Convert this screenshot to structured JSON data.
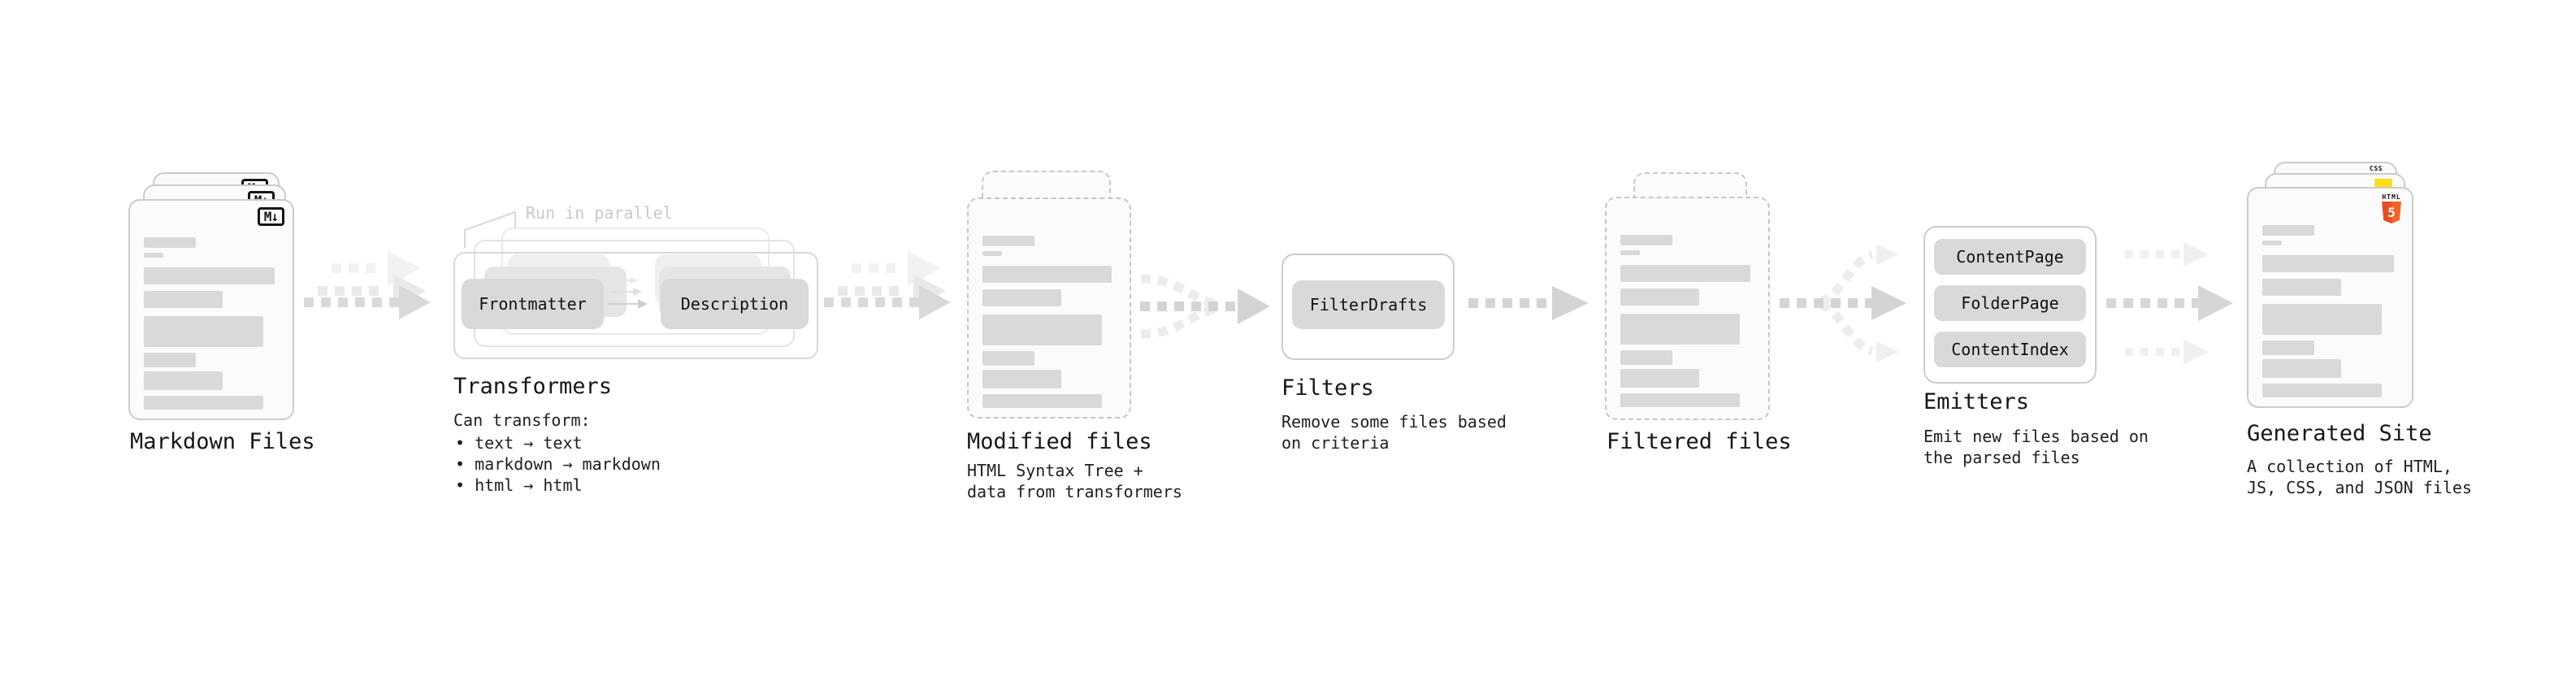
{
  "markdown_files": {
    "label": "Markdown Files",
    "icon_label": "M↓"
  },
  "transformers": {
    "annotation": "Run in parallel",
    "pill_left": "Frontmatter",
    "pill_right": "Description",
    "title": "Transformers",
    "can_transform": "Can transform:",
    "bullets": [
      "text → text",
      "markdown → markdown",
      "html → html"
    ]
  },
  "modified_files": {
    "title": "Modified files",
    "subtitle": [
      "HTML Syntax Tree +",
      "data from transformers"
    ]
  },
  "filters": {
    "pill": "FilterDrafts",
    "title": "Filters",
    "subtitle": [
      "Remove some files based",
      "on criteria"
    ]
  },
  "filtered_files": {
    "title": "Filtered files"
  },
  "emitters": {
    "pills": [
      "ContentPage",
      "FolderPage",
      "ContentIndex"
    ],
    "title": "Emitters",
    "subtitle": [
      "Emit new files based on",
      "the parsed files"
    ]
  },
  "generated_site": {
    "title": "Generated Site",
    "subtitle": [
      "A collection of HTML,",
      "JS, CSS, and JSON files"
    ],
    "css_badge": "CSS",
    "html_badge": {
      "word": "HTML",
      "number": "5"
    }
  },
  "colors": {
    "html5_orange": "#e44d26",
    "js_yellow": "#f7df1e",
    "css_blue": "#2965f1",
    "bar_gray": "#d9d9d9",
    "pill_gray": "#d9d9d9",
    "arrow_gray": "#d6d6d6",
    "text": "#161616",
    "muted": "#c9c9c9"
  }
}
